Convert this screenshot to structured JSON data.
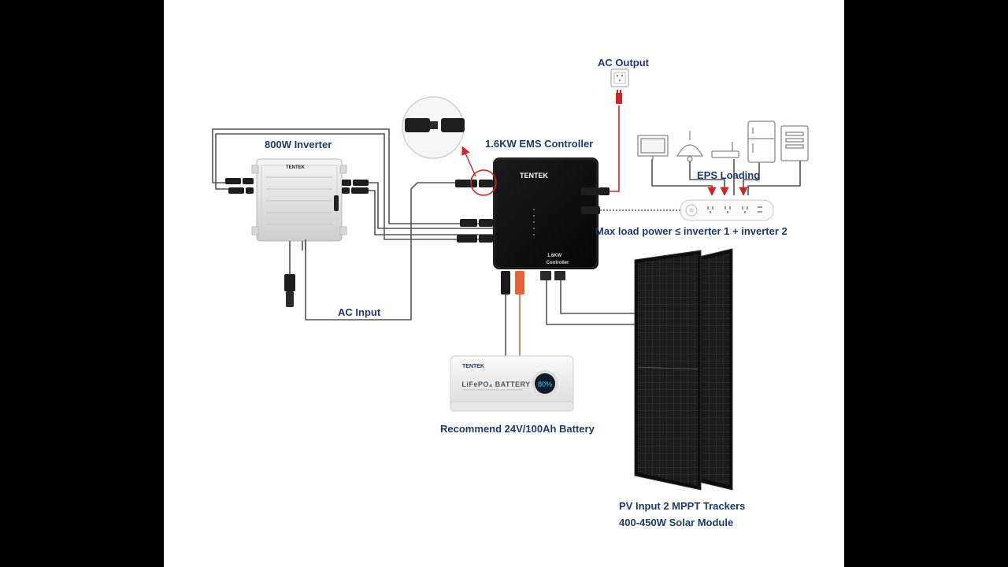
{
  "labels": {
    "inverter": "800W Inverter",
    "ems_controller": "1.6KW EMS Controller",
    "ac_output": "AC Output",
    "eps_loading": "EPS Loading",
    "max_load": "Max load power ≤ inverter 1 + inverter 2",
    "ac_input": "AC Input",
    "battery_recommend": "Recommend 24V/100Ah Battery",
    "pv_input": "PV Input 2 MPPT Trackers",
    "solar_module": "400-450W Solar Module"
  },
  "devices": {
    "controller_brand": "TENTEK",
    "controller_model": "1.6KW",
    "controller_name": "Controller",
    "inverter_brand": "TENTEK",
    "battery_brand": "TENTEK",
    "battery_name": "LiFePO₄ BATTERY",
    "battery_soc": "80%"
  },
  "colors": {
    "label_text": "#1d3a6b",
    "cable": "#555555",
    "ac_cable": "#d22323",
    "callout_arrow": "#d22323",
    "panel": "#1a1a1a",
    "positive": "#e0633a"
  },
  "icons": [
    "monitor-icon",
    "lamp-icon",
    "router-icon",
    "fridge-icon",
    "washer-icon",
    "wall-socket-icon",
    "plug-icon",
    "power-strip-icon"
  ]
}
